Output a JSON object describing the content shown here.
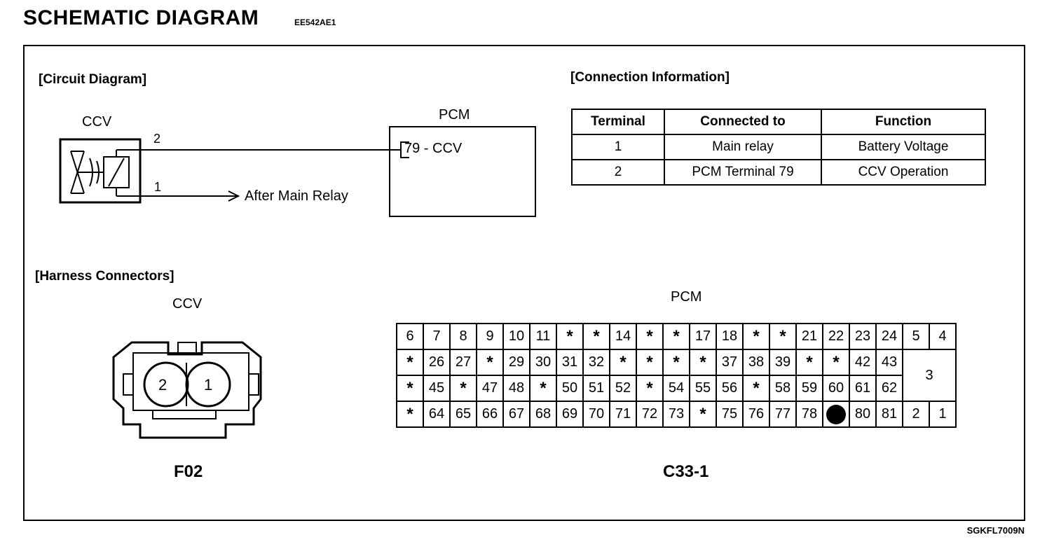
{
  "header": {
    "title": "SCHEMATIC  DIAGRAM",
    "code": "EE542AE1"
  },
  "circuit": {
    "section_label": "[Circuit Diagram]",
    "ccv_label": "CCV",
    "pcm_label": "PCM",
    "pin2_label": "2",
    "pin1_label": "1",
    "pcm_terminal": "79 - CCV",
    "after_relay": "After Main Relay"
  },
  "connection": {
    "section_label": "[Connection Information]",
    "headers": [
      "Terminal",
      "Connected to",
      "Function"
    ],
    "rows": [
      [
        "1",
        "Main relay",
        "Battery Voltage"
      ],
      [
        "2",
        "PCM Terminal 79",
        "CCV Operation"
      ]
    ]
  },
  "harness": {
    "section_label": "[Harness Connectors]",
    "ccv_label": "CCV",
    "ccv_pin_left": "2",
    "ccv_pin_right": "1",
    "ccv_connector_id": "F02",
    "pcm_label": "PCM",
    "pcm_connector_id": "C33-1",
    "pcm_grid": {
      "rows": [
        [
          "6",
          "7",
          "8",
          "9",
          "10",
          "11",
          "*",
          "*",
          "14",
          "*",
          "*",
          "17",
          "18",
          "*",
          "*",
          "21",
          "22",
          "23",
          "24"
        ],
        [
          "*",
          "26",
          "27",
          "*",
          "29",
          "30",
          "31",
          "32",
          "*",
          "*",
          "*",
          "*",
          "37",
          "38",
          "39",
          "*",
          "*",
          "42",
          "43"
        ],
        [
          "*",
          "45",
          "*",
          "47",
          "48",
          "*",
          "50",
          "51",
          "52",
          "*",
          "54",
          "55",
          "56",
          "*",
          "58",
          "59",
          "60",
          "61",
          "62"
        ],
        [
          "*",
          "64",
          "65",
          "66",
          "67",
          "68",
          "69",
          "70",
          "71",
          "72",
          "73",
          "*",
          "75",
          "76",
          "77",
          "78",
          "●",
          "80",
          "81"
        ]
      ],
      "right_block": {
        "top_left": "5",
        "top_right": "4",
        "middle": "3",
        "bottom_left": "2",
        "bottom_right": "1"
      }
    }
  },
  "footer": {
    "ref": "SGKFL7009N"
  }
}
